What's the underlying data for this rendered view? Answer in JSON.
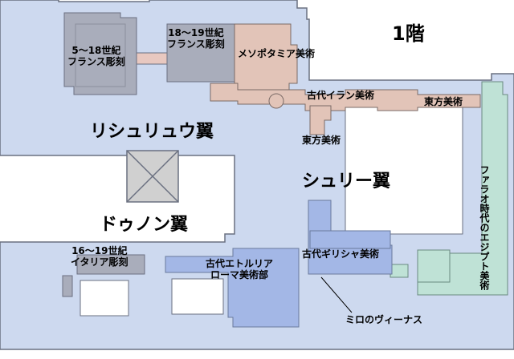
{
  "floor_label": "1階",
  "wings": {
    "richelieu": "リシュリュウ翼",
    "sully": "シュリー翼",
    "denon": "ドゥノン翼"
  },
  "galleries": {
    "french_sculpture_5_18_line1": "5～18世紀",
    "french_sculpture_5_18_line2": "フランス彫刻",
    "french_sculpture_18_19_line1": "18～19世紀",
    "french_sculpture_18_19_line2": "フランス彫刻",
    "mesopotamia": "メソポタミア美術",
    "ancient_iran": "古代イラン美術",
    "oriental_right": "東方美術",
    "oriental_left": "東方美術",
    "egypt": "ファラオ時代のエジプト美術",
    "italian_sculpture_line1": "16～19世紀",
    "italian_sculpture_line2": "イタリア彫刻",
    "etruscan_line1": "古代エトルリア",
    "etruscan_line2": "ローマ美術部",
    "greek": "古代ギリシャ美術",
    "venus": "ミロのヴィーナス"
  },
  "colors": {
    "building": "#cdd9ef",
    "outline": "#6a7080",
    "greek_area": "#a3b7e6",
    "sculpture": "#a9adbb",
    "near_east": "#e2c4b8",
    "egypt_area": "#bfe2d6",
    "courtyard": "#ffffff"
  }
}
